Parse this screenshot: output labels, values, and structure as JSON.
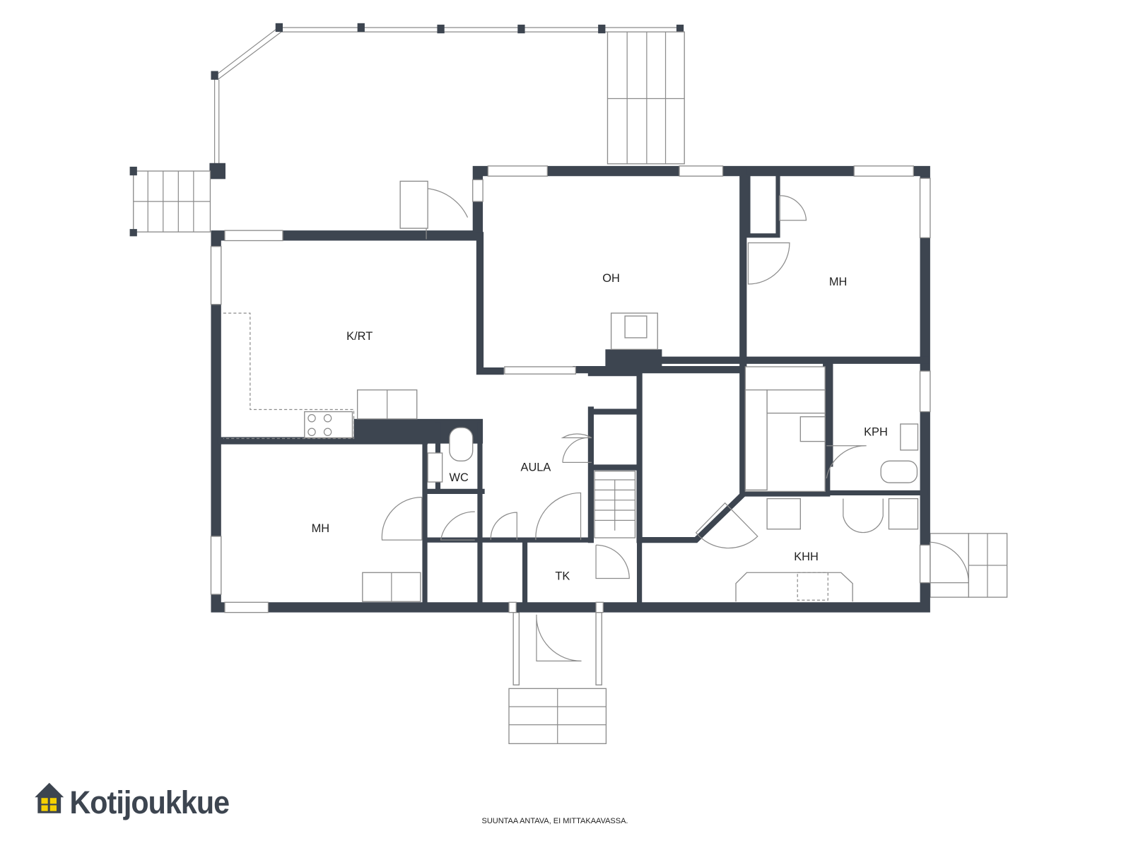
{
  "floorplan": {
    "rooms": {
      "oh": "OH",
      "mh_upper": "MH",
      "krt": "K/RT",
      "kph": "KPH",
      "aula": "AULA",
      "wc": "WC",
      "mh_lower": "MH",
      "tk": "TK",
      "khh": "KHH"
    }
  },
  "logo": {
    "text": "Kotijoukkue"
  },
  "footer": {
    "disclaimer": "SUUNTAA ANTAVA, EI MITTAKAAVASSA."
  },
  "colors": {
    "wall": "#3d4550",
    "logo_window": "#f5d000"
  }
}
